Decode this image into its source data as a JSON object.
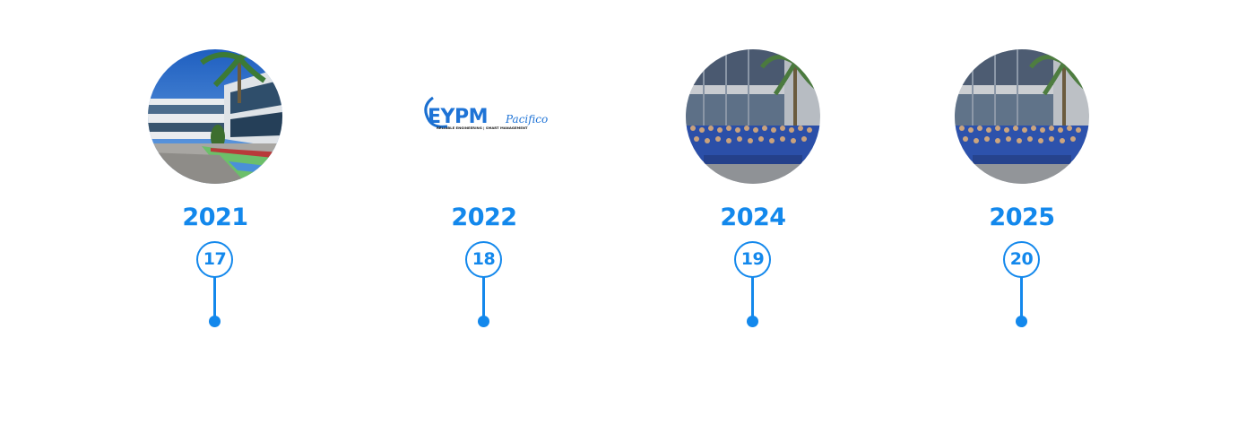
{
  "timeline": [
    {
      "year": "2021",
      "number": "17",
      "image": "building-facade-photo"
    },
    {
      "year": "2022",
      "number": "18",
      "image": "eypm-pacifico-logo"
    },
    {
      "year": "2024",
      "number": "19",
      "image": "team-group-photo"
    },
    {
      "year": "2025",
      "number": "20",
      "image": "team-group-photo"
    }
  ],
  "logo": {
    "main": "EYPM",
    "script": "Pacifico",
    "tagline": "RELIABLE ENGINEERING | SMART MANAGEMENT"
  },
  "colors": {
    "accent": "#1388ec",
    "background": "#ffffff"
  }
}
